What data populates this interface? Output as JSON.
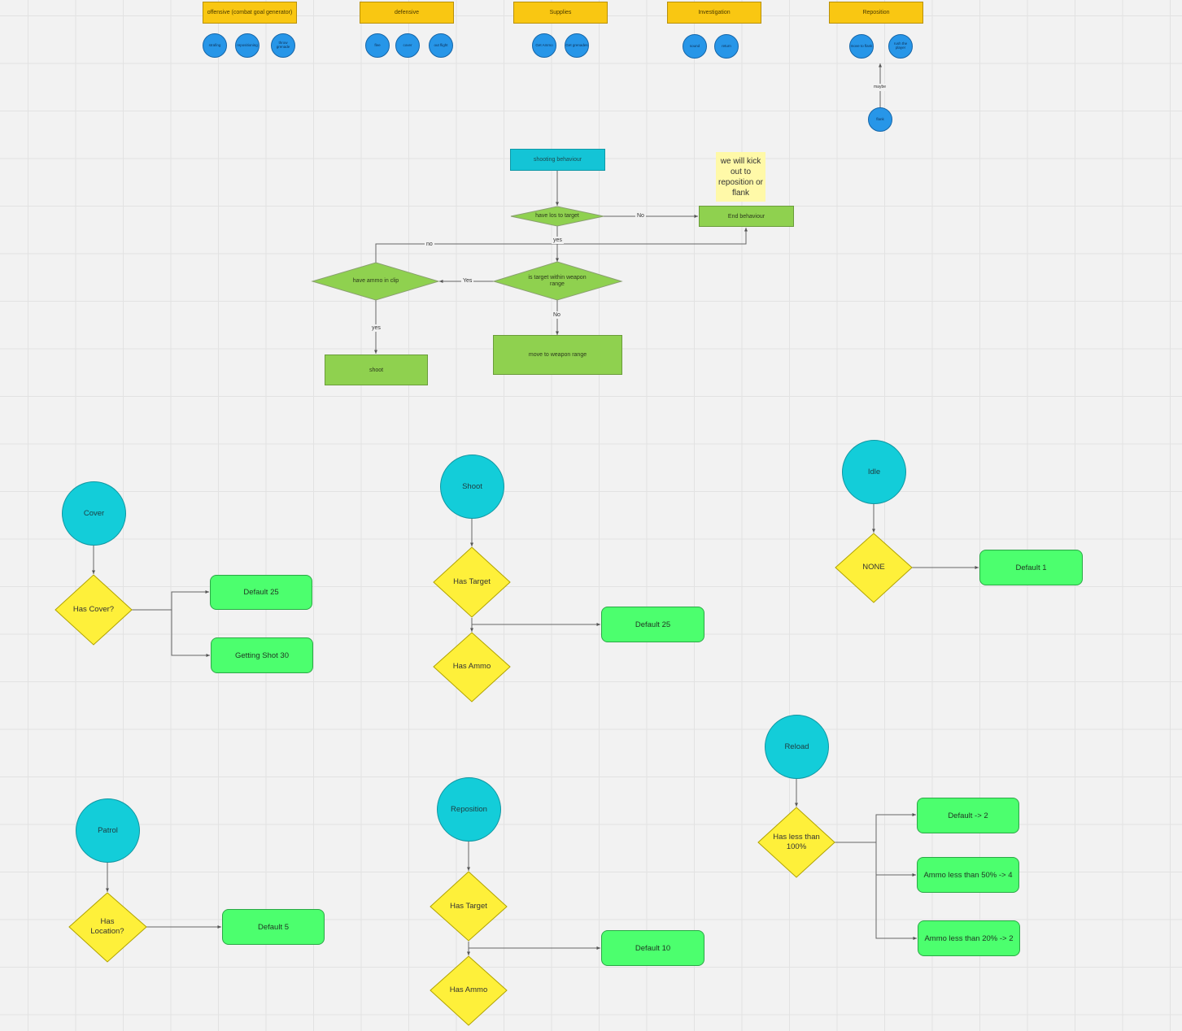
{
  "categories": [
    {
      "label": "offensive (combat goal generator)",
      "children": [
        "strafing",
        "repositioning",
        "throw grenade"
      ]
    },
    {
      "label": "defensive",
      "children": [
        "flee",
        "cover",
        "out flight"
      ]
    },
    {
      "label": "Supplies",
      "children": [
        "Get Ammo",
        "Get grenades"
      ]
    },
    {
      "label": "Investigation",
      "children": [
        "sound",
        "return"
      ]
    },
    {
      "label": "Reposition",
      "children": [
        "move to flank",
        "rush the player"
      ]
    }
  ],
  "reposition_extra": {
    "node": "flank",
    "edge": "maybe"
  },
  "shooting": {
    "start": "shooting behaviour",
    "los": "have los to target",
    "end": "End behaviour",
    "note": "we will kick out to reposition or flank",
    "range": "is target within weapon range",
    "ammo": "have ammo in clip",
    "shoot": "shoot",
    "move": "move to weapon range",
    "edges": {
      "no_los": "No",
      "yes_los": "yes",
      "no_ammo": "no",
      "yes_range": "Yes",
      "no_range": "No",
      "yes_ammo": "yes"
    }
  },
  "trees": {
    "cover": {
      "root": "Cover",
      "cond": "Has Cover?",
      "results": [
        "Default 25",
        "Getting Shot 30"
      ]
    },
    "shoot": {
      "root": "Shoot",
      "cond": [
        "Has Target",
        "Has Ammo"
      ],
      "result": "Default 25"
    },
    "idle": {
      "root": "Idle",
      "cond": "NONE",
      "result": "Default 1"
    },
    "reload": {
      "root": "Reload",
      "cond": "Has less than 100%",
      "results": [
        "Default -> 2",
        "Ammo less than 50% -> 4",
        "Ammo less than 20% -> 2"
      ]
    },
    "patrol": {
      "root": "Patrol",
      "cond": "Has Location?",
      "result": "Default 5"
    },
    "reposition": {
      "root": "Reposition",
      "cond": [
        "Has Target",
        "Has Ammo"
      ],
      "result": "Default 10"
    }
  }
}
